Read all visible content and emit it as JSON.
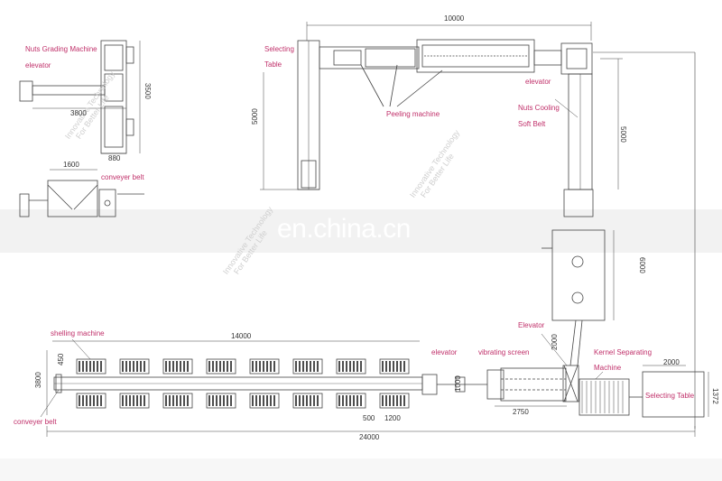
{
  "labels": {
    "nuts_grading_machine": "Nuts Grading Machine",
    "elevator_top_left": "elevator",
    "conveyer_belt_top": "conveyer belt",
    "selecting_table_top_1": "Selecting",
    "selecting_table_top_2": "Table",
    "peeling_machine": "Peeling machine",
    "elevator_top_right": "elevator",
    "nuts_cooling_1": "Nuts Cooling",
    "nuts_cooling_2": "Soft Belt",
    "shelling_machine": "shelling machine",
    "conveyer_belt_bottom": "conveyer belt",
    "elevator_bottom": "elevator",
    "vibrating_screen": "vibrating screen",
    "elevator_right": "Elevator",
    "kernel_separating_1": "Kernel Separating",
    "kernel_separating_2": "Machine",
    "selecting_table_bottom": "Selecting Table"
  },
  "dimensions": {
    "d_3800_top": "3800",
    "d_880": "880",
    "d_3500": "3500",
    "d_1600": "1600",
    "d_10000": "10000",
    "d_5000_left": "5000",
    "d_5000_right": "5000",
    "d_6000": "6000",
    "d_14000": "14000",
    "d_3800_bottom": "3800",
    "d_450": "450",
    "d_500": "500",
    "d_1200": "1200",
    "d_2750": "2750",
    "d_2000_vertical": "2000",
    "d_2000_top": "2000",
    "d_1372": "1372",
    "d_24000": "24000",
    "d_1000": "1000"
  },
  "watermarks": {
    "main": "en.china.cn",
    "company_1": "Innovative Technology",
    "company_2": "For Better Life"
  }
}
